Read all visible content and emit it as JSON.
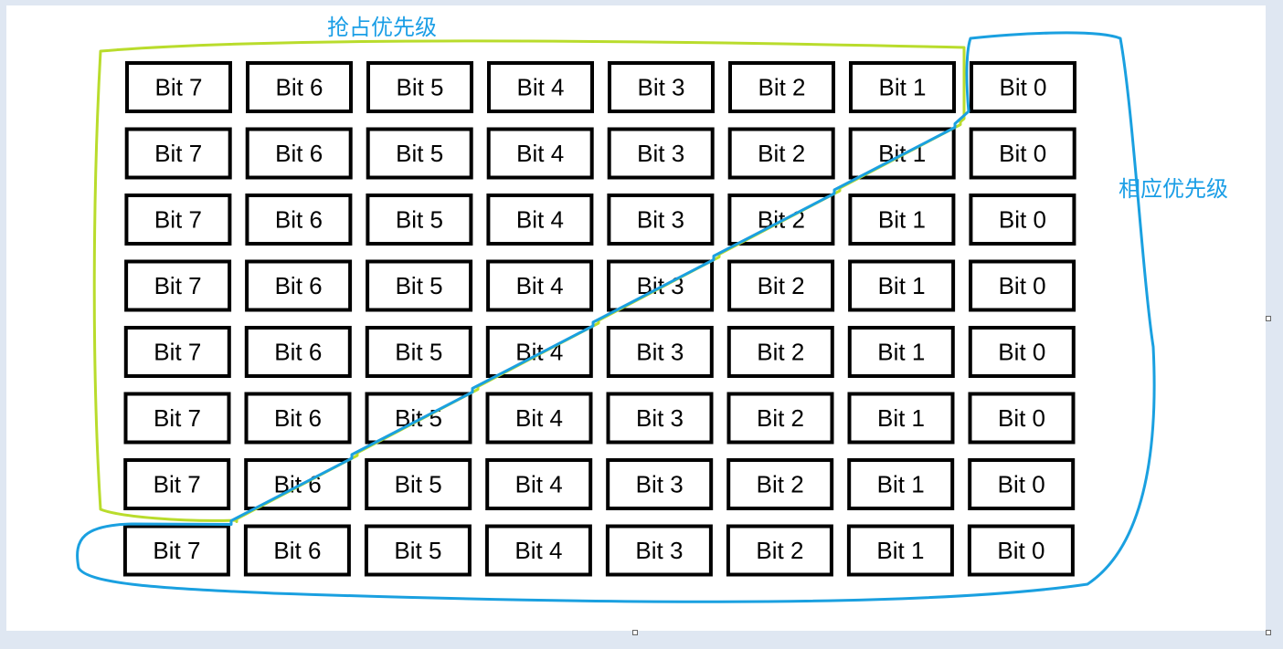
{
  "labels": {
    "preemption": "抢占优先级",
    "response": "相应优先级"
  },
  "bit_labels": [
    "Bit 7",
    "Bit 6",
    "Bit 5",
    "Bit 4",
    "Bit 3",
    "Bit 2",
    "Bit 1",
    "Bit 0"
  ],
  "grid": {
    "rows": 8,
    "cols": 8
  },
  "preemption_bits_by_row": [
    7,
    6,
    5,
    4,
    3,
    2,
    1,
    0
  ],
  "colors": {
    "preemption_outline": "#b9dc2c",
    "response_outline": "#1aa0e0",
    "label_text": "#1a9ee6",
    "box_border": "#000000"
  }
}
